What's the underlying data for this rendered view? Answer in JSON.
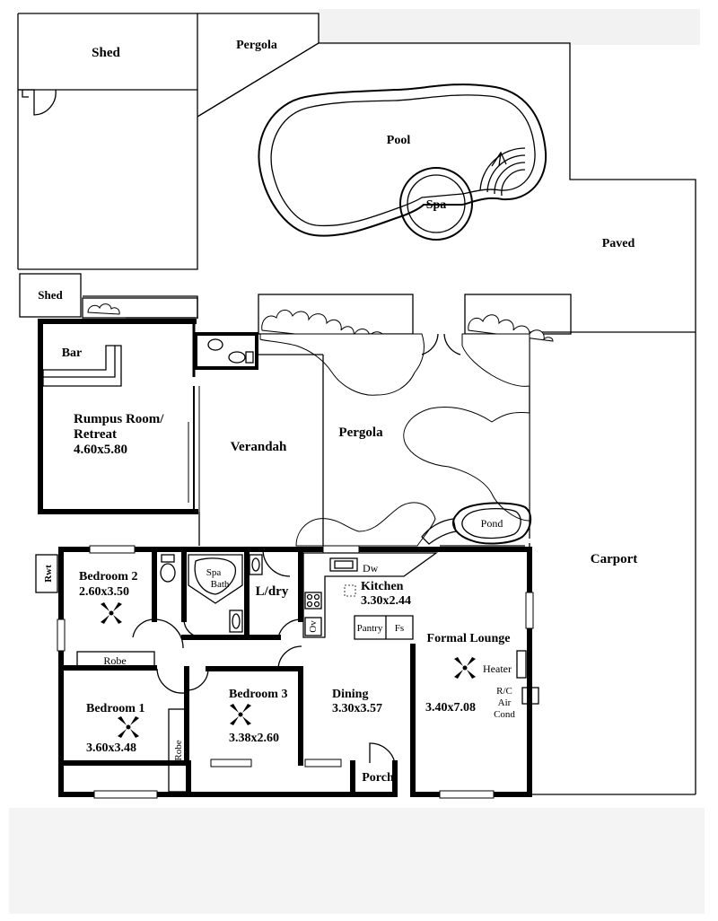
{
  "labels": {
    "shed_top": "Shed",
    "pergola_top": "Pergola",
    "pool": "Pool",
    "spa": "Spa",
    "paved": "Paved",
    "shed_small": "Shed",
    "bar": "Bar",
    "rumpus_line1": "Rumpus Room/",
    "rumpus_line2": "Retreat",
    "rumpus_size": "4.60x5.80",
    "verandah": "Verandah",
    "pergola_mid": "Pergola",
    "pond": "Pond",
    "carport": "Carport",
    "rwt": "Rwt",
    "bedroom2": "Bedroom 2",
    "bedroom2_size": "2.60x3.50",
    "spa_bath_1": "Spa",
    "spa_bath_2": "Bath",
    "ldry": "L/dry",
    "dw": "Dw",
    "kitchen": "Kitchen",
    "kitchen_size": "3.30x2.44",
    "ov": "Ov",
    "pantry": "Pantry",
    "fs": "Fs",
    "formal_lounge": "Formal Lounge",
    "heater": "Heater",
    "rc": "R/C",
    "air": "Air",
    "cond": "Cond",
    "robe_bed2": "Robe",
    "bedroom1": "Bedroom 1",
    "bedroom1_size": "3.60x3.48",
    "robe_bed1": "Robe",
    "bedroom3": "Bedroom 3",
    "bedroom3_size": "3.38x2.60",
    "dining": "Dining",
    "dining_size": "3.30x3.57",
    "lounge_size": "3.40x7.08",
    "porch": "Porch"
  }
}
